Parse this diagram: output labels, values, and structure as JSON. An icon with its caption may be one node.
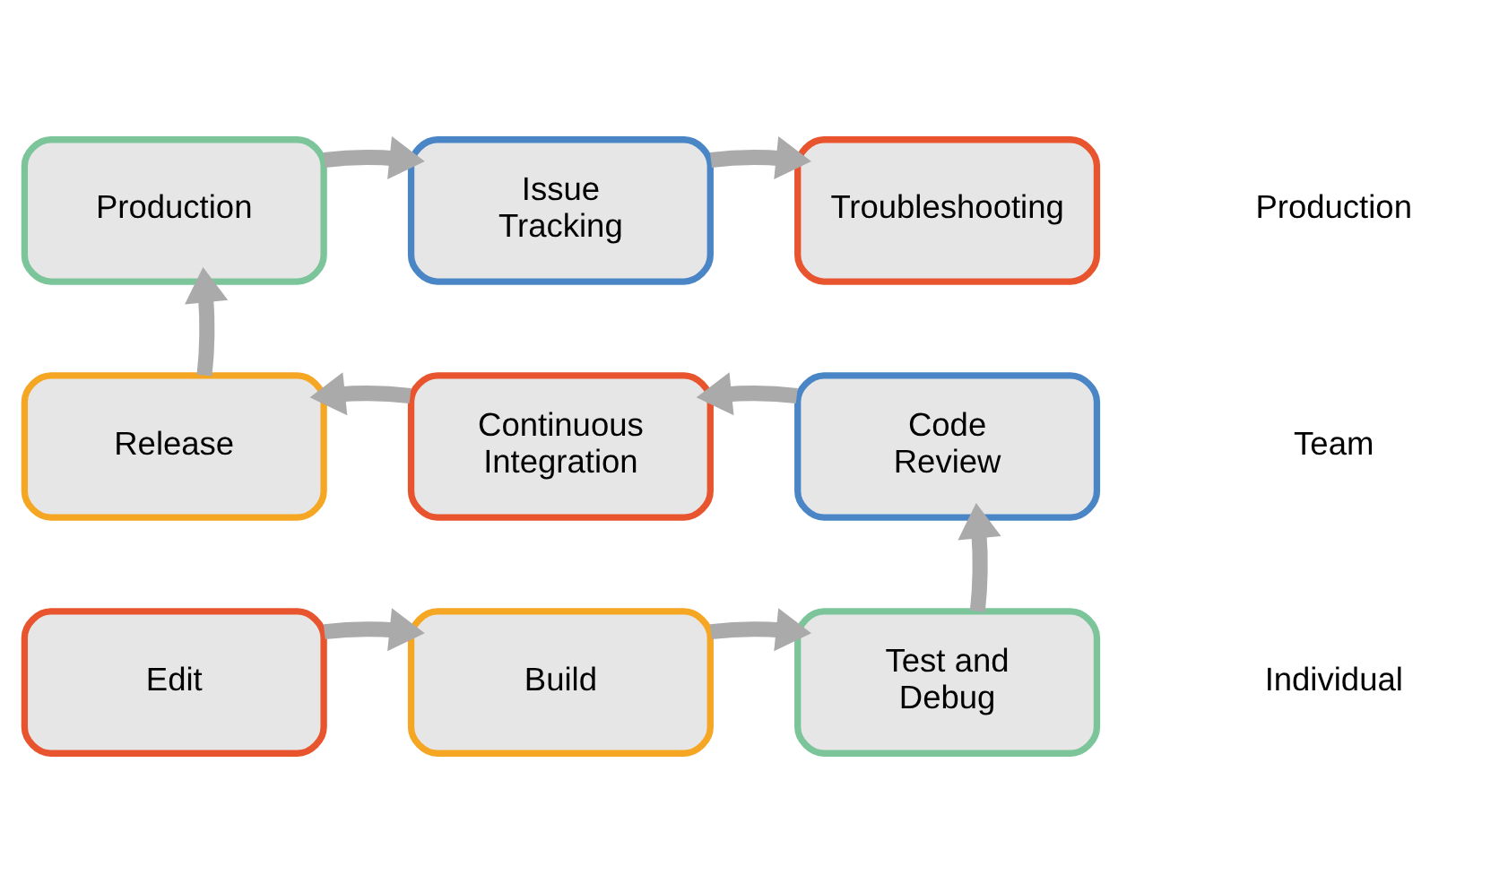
{
  "diagram": {
    "nodes": [
      {
        "text": [
          "Production"
        ]
      },
      {
        "text": [
          "Issue Tracking"
        ]
      },
      {
        "text": [
          "Troubleshooting"
        ]
      },
      {
        "text": [
          "Release"
        ]
      },
      {
        "text": [
          "Continuous Integration"
        ]
      },
      {
        "text": [
          "Code Review"
        ]
      },
      {
        "text": [
          "Edit"
        ]
      },
      {
        "text": [
          "Build"
        ]
      },
      {
        "text": [
          "Test and Debug"
        ]
      }
    ],
    "edges": [
      {
        "from": 6,
        "to": 7,
        "arrow": "to"
      },
      {
        "from": 7,
        "to": 8,
        "arrow": "to"
      },
      {
        "from": 8,
        "to": 5,
        "arrow": "to"
      },
      {
        "from": 5,
        "to": 4,
        "arrow": "to"
      },
      {
        "from": 4,
        "to": 3,
        "arrow": "to"
      },
      {
        "from": 3,
        "to": 0,
        "arrow": "to"
      },
      {
        "from": 0,
        "to": 1,
        "arrow": "to"
      },
      {
        "from": 1,
        "to": 2,
        "arrow": "to"
      }
    ],
    "labels": [
      "Production",
      "Team",
      "Individual"
    ]
  }
}
